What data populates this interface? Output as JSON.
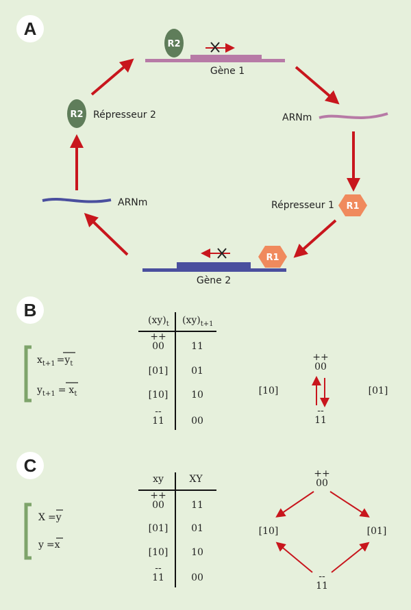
{
  "panel_a": {
    "letter": "A",
    "gene1_label": "Gène 1",
    "gene2_label": "Gène 2",
    "mrna_right_label": "ARNm",
    "mrna_left_label": "ARNm",
    "repressor1_label": "Répresseur 1",
    "repressor2_label": "Répresseur 2",
    "r1_badge": "R1",
    "r2_badge": "R2",
    "colors": {
      "arrow": "#c8161d",
      "gene1": "#b77aa6",
      "gene2": "#4a4f9e",
      "r1": "#f08a5d",
      "r2": "#5f7d5a"
    }
  },
  "panel_b": {
    "letter": "B",
    "eq1_lhs": "x",
    "eq1_lhs_sub": "t+1",
    "eq1_eq": "=",
    "eq1_rhs": "y",
    "eq1_rhs_sub": "t",
    "eq2_lhs": "y",
    "eq2_lhs_sub": "t+1",
    "eq2_eq": "=",
    "eq2_rhs": "x",
    "eq2_rhs_sub": "t",
    "table": {
      "header_left": "(xy)",
      "header_left_sub": "t",
      "header_right": "(xy)",
      "header_right_sub": "t+1",
      "rows": [
        {
          "left": "00",
          "left_marks": "++",
          "right": "11"
        },
        {
          "left": "[01]",
          "left_marks": "",
          "right": "01"
        },
        {
          "left": "[10]",
          "left_marks": "",
          "right": "10"
        },
        {
          "left": "11",
          "left_marks": "--",
          "right": "00"
        }
      ]
    },
    "graph": {
      "left_state": "[10]",
      "right_state": "[01]",
      "top_state": "00",
      "top_marks": "++",
      "bottom_state": "11",
      "bottom_marks": "--"
    }
  },
  "panel_c": {
    "letter": "C",
    "eq1_lhs": "X",
    "eq1_eq": "=",
    "eq1_rhs": "y",
    "eq2_lhs": "y",
    "eq2_eq": "=",
    "eq2_rhs": "x",
    "table": {
      "header_left": "xy",
      "header_right": "XY",
      "rows": [
        {
          "left": "00",
          "left_marks": "++",
          "right": "11"
        },
        {
          "left": "[01]",
          "left_marks": "",
          "right": "01"
        },
        {
          "left": "[10]",
          "left_marks": "",
          "right": "10"
        },
        {
          "left": "11",
          "left_marks": "--",
          "right": "00"
        }
      ]
    },
    "graph": {
      "top_state": "00",
      "top_marks": "++",
      "left_state": "[10]",
      "right_state": "[01]",
      "bottom_state": "11",
      "bottom_marks": "--"
    }
  }
}
